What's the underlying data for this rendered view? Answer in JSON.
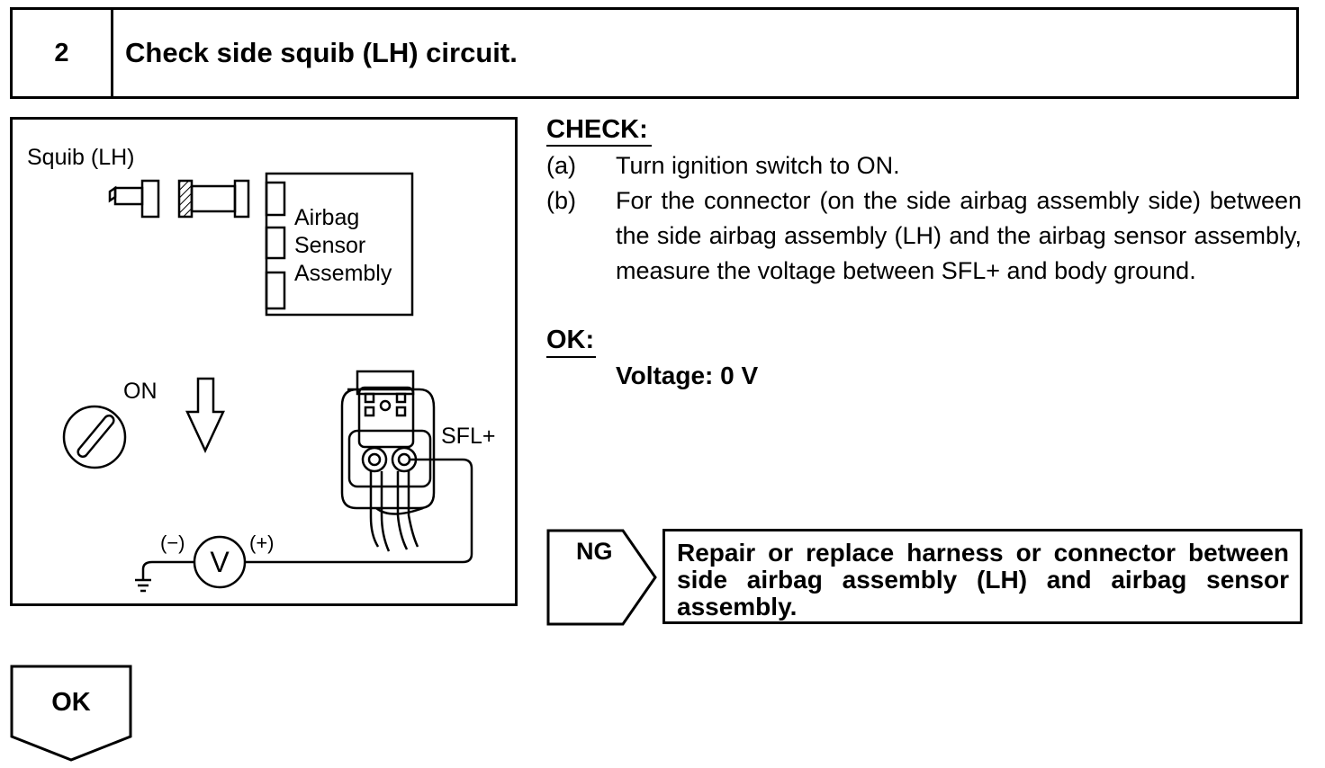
{
  "header": {
    "step_number": "2",
    "title": "Check side squib (LH) circuit."
  },
  "illustration": {
    "squib_label": "Squib (LH)",
    "sensor_label": [
      "Airbag",
      "Sensor",
      "Assembly"
    ],
    "ignition_label": "ON",
    "terminal_label": "SFL+",
    "meter_minus": "(−)",
    "meter_plus": "(+)",
    "meter_symbol": "V"
  },
  "check": {
    "heading": "CHECK:",
    "items": [
      {
        "label": "(a)",
        "text": "Turn ignition switch to ON."
      },
      {
        "label": "(b)",
        "text": "For the connector (on the side airbag assembly side) be­tween the side airbag assembly (LH) and the airbag sen­sor assembly, measure the voltage between SFL+ and body ground."
      }
    ]
  },
  "ok_spec": {
    "heading": "OK:",
    "value": "Voltage: 0 V"
  },
  "ng_result": {
    "label": "NG",
    "action": "Repair or replace harness or connector be­tween side airbag assembly (LH) and airbag sensor assembly."
  },
  "ok_result": {
    "label": "OK"
  }
}
